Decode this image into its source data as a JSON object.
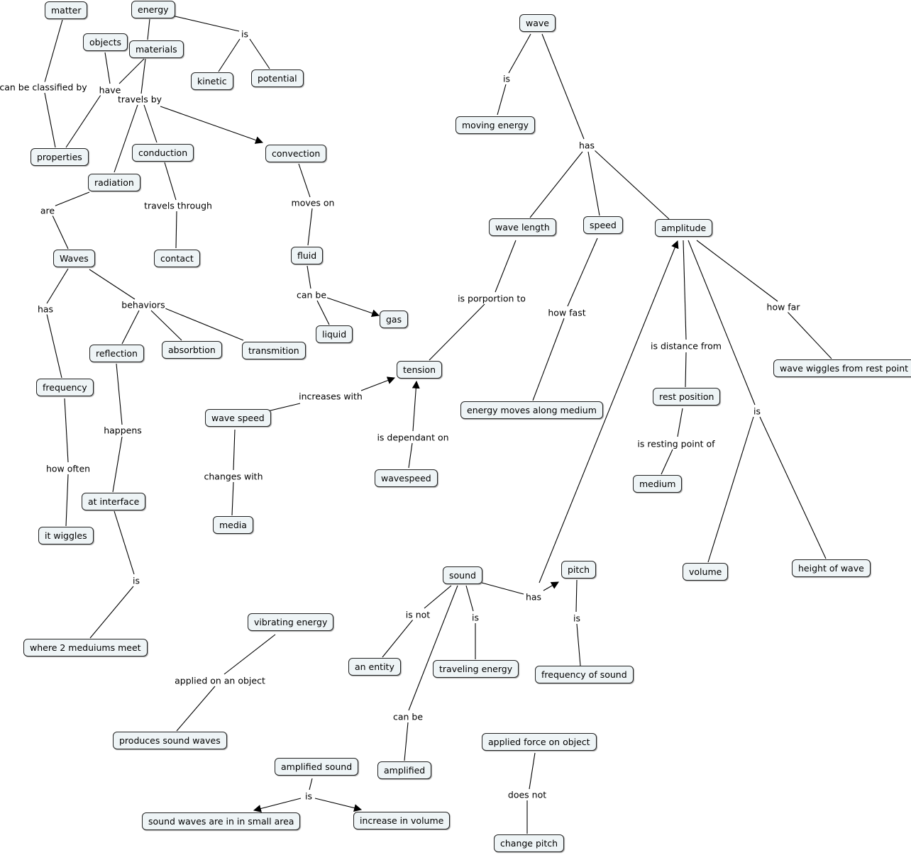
{
  "concepts": {
    "matter": "matter",
    "energy": "energy",
    "objects": "objects",
    "materials": "materials",
    "kinetic": "kinetic",
    "potential": "potential",
    "properties": "properties",
    "conduction": "conduction",
    "convection": "convection",
    "radiation": "radiation",
    "contact": "contact",
    "fluid": "fluid",
    "gas": "gas",
    "liquid": "liquid",
    "waves": "Waves",
    "reflection": "reflection",
    "absorbtion": "absorbtion",
    "transmition": "transmition",
    "frequency": "frequency",
    "it_wiggles": "it wiggles",
    "at_interface": "at interface",
    "where_2_mediums_meet": "where 2 meduiums meet",
    "wave_speed": "wave speed",
    "media": "media",
    "tension": "tension",
    "wavespeed": "wavespeed",
    "vibrating_energy": "vibrating energy",
    "produces_sound_waves": "produces sound waves",
    "amplified_sound": "amplified sound",
    "sound_waves_small_area": "sound waves are in in small area",
    "increase_in_volume": "increase in volume",
    "wave": "wave",
    "moving_energy": "moving energy",
    "wave_length": "wave length",
    "speed": "speed",
    "amplitude": "amplitude",
    "energy_moves_along_medium": "energy moves along medium",
    "rest_position": "rest position",
    "medium": "medium",
    "wave_wiggles_from_rest_point": "wave wiggles from rest point",
    "volume": "volume",
    "height_of_wave": "height of wave",
    "sound": "sound",
    "pitch": "pitch",
    "an_entity": "an entity",
    "traveling_energy": "traveling energy",
    "frequency_of_sound": "frequency of sound",
    "amplified": "amplified",
    "applied_force_on_object": "applied force on object",
    "change_pitch": "change pitch"
  },
  "linking_phrases": {
    "energy_is": "is",
    "can_be_classified_by": "can be classified by",
    "have": "have",
    "travels_by": "travels by",
    "radiation_are": "are",
    "travels_through": "travels through",
    "moves_on": "moves on",
    "can_be_fluid": "can be",
    "waves_has": "has",
    "behaviors": "behaviors",
    "happens": "happens",
    "how_often": "how often",
    "interface_is": "is",
    "increases_with": "increases with",
    "changes_with": "changes with",
    "is_dependant_on": "is dependant on",
    "applied_on_an_object": "applied on an object",
    "amplified_is": "is",
    "wave_is": "is",
    "wave_has": "has",
    "is_porportion_to": "is porportion to",
    "how_fast": "how fast",
    "is_distance_from": "is distance from",
    "is_resting_point_of": "is resting point of",
    "how_far": "how far",
    "amplitude_is": "is",
    "sound_has": "has",
    "is_not": "is not",
    "sound_is": "is",
    "pitch_is": "is",
    "can_be_sound": "can be",
    "does_not": "does not"
  }
}
